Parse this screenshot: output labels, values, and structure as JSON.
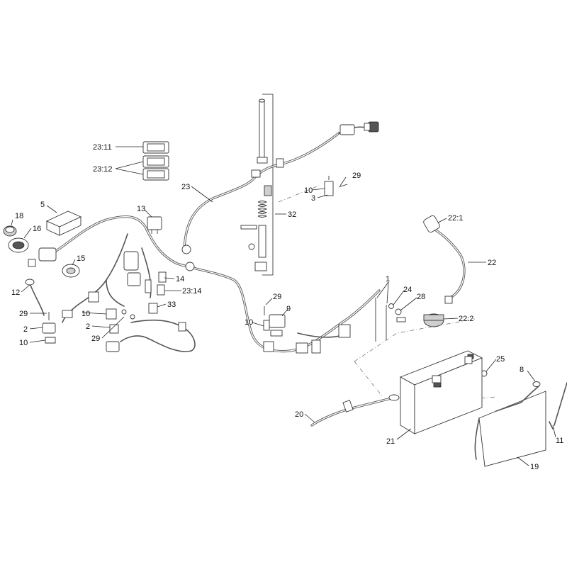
{
  "callouts": [
    {
      "id": "c-23-11",
      "label": "23:11"
    },
    {
      "id": "c-23-12",
      "label": "23:12"
    },
    {
      "id": "c-23",
      "label": "23"
    },
    {
      "id": "c-29a",
      "label": "29"
    },
    {
      "id": "c-10a",
      "label": "10"
    },
    {
      "id": "c-3",
      "label": "3"
    },
    {
      "id": "c-32",
      "label": "32"
    },
    {
      "id": "c-22-1",
      "label": "22:1"
    },
    {
      "id": "c-22",
      "label": "22"
    },
    {
      "id": "c-5",
      "label": "5"
    },
    {
      "id": "c-13",
      "label": "13"
    },
    {
      "id": "c-18",
      "label": "18"
    },
    {
      "id": "c-16",
      "label": "16"
    },
    {
      "id": "c-15",
      "label": "15"
    },
    {
      "id": "c-14",
      "label": "14"
    },
    {
      "id": "c-23-14",
      "label": "23:14"
    },
    {
      "id": "c-12",
      "label": "12"
    },
    {
      "id": "c-29b",
      "label": "29"
    },
    {
      "id": "c-10b",
      "label": "10"
    },
    {
      "id": "c-33",
      "label": "33"
    },
    {
      "id": "c-2a",
      "label": "2"
    },
    {
      "id": "c-2b",
      "label": "2"
    },
    {
      "id": "c-29c",
      "label": "29"
    },
    {
      "id": "c-10c",
      "label": "10"
    },
    {
      "id": "c-29d",
      "label": "29"
    },
    {
      "id": "c-9",
      "label": "9"
    },
    {
      "id": "c-10d",
      "label": "10"
    },
    {
      "id": "c-1",
      "label": "1"
    },
    {
      "id": "c-24",
      "label": "24"
    },
    {
      "id": "c-28",
      "label": "28"
    },
    {
      "id": "c-22-2",
      "label": "22:2"
    },
    {
      "id": "c-25",
      "label": "25"
    },
    {
      "id": "c-8",
      "label": "8"
    },
    {
      "id": "c-20",
      "label": "20"
    },
    {
      "id": "c-21",
      "label": "21"
    },
    {
      "id": "c-11",
      "label": "11"
    },
    {
      "id": "c-19",
      "label": "19"
    }
  ]
}
